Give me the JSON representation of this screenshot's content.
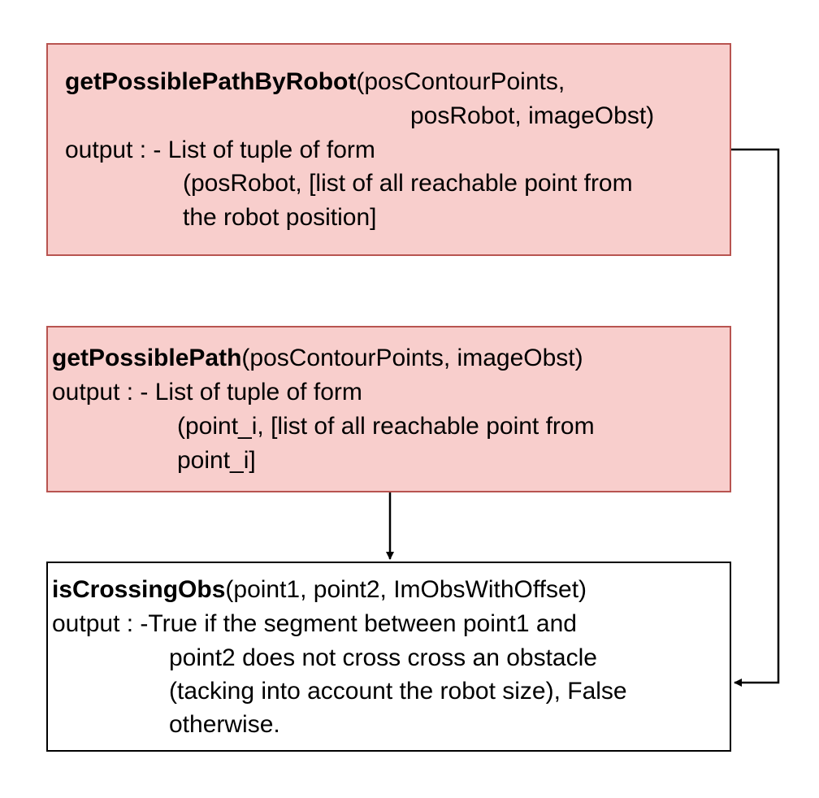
{
  "colors": {
    "highlight_fill": "#f8cecc",
    "highlight_border": "#b85450",
    "plain_fill": "#ffffff",
    "plain_border": "#000000",
    "connector": "#000000"
  },
  "boxes": {
    "robot": {
      "function_name": "getPossiblePathByRobot",
      "signature_part1": "(posContourPoints,",
      "signature_part2": "posRobot, imageObst)",
      "output_line1": "output : - List of tuple of form",
      "output_line2": "(posRobot, [list of all reachable point from",
      "output_line3": "the robot position]"
    },
    "path": {
      "function_name": "getPossiblePath",
      "signature": "(posContourPoints, imageObst)",
      "output_line1": "output : - List of tuple of form",
      "output_line2": "(point_i, [list of all reachable point from",
      "output_line3": "point_i]"
    },
    "crossing": {
      "function_name": "isCrossingObs",
      "signature": "(point1, point2, ImObsWithOffset)",
      "output_line1": "output : -True if the segment between point1 and",
      "output_line2": "point2 does not cross cross an obstacle",
      "output_line3": "(tacking into account the robot size), False",
      "output_line4": "otherwise."
    }
  }
}
